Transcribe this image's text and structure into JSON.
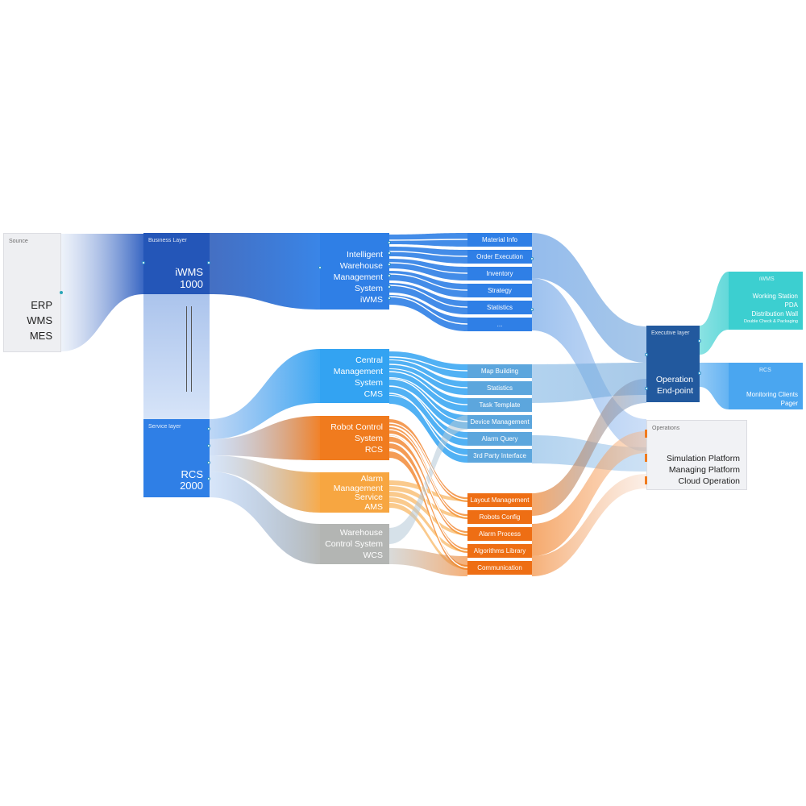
{
  "source": {
    "caption": "Sounce",
    "lines": [
      "ERP",
      "WMS",
      "MES"
    ]
  },
  "business_layer": {
    "caption": "Business Layer",
    "lines": [
      "iWMS",
      "1000"
    ]
  },
  "service_layer": {
    "caption": "Service layer",
    "lines": [
      "RCS",
      "2000"
    ]
  },
  "iwms_system": {
    "lines": [
      "Intelligent",
      "Warehouse",
      "Management",
      "System",
      "iWMS"
    ]
  },
  "cms_system": {
    "lines": [
      "Central",
      "Management",
      "System",
      "CMS"
    ]
  },
  "rcs_system": {
    "lines": [
      "Robot Control",
      "System",
      "RCS"
    ]
  },
  "ams_system": {
    "lines": [
      "Alarm",
      "Management",
      "Service",
      "AMS"
    ]
  },
  "wcs_system": {
    "lines": [
      "Warehouse",
      "Control System",
      "WCS"
    ]
  },
  "iwms_modules": [
    "Material Info",
    "Order Execution",
    "Inventory",
    "Strategy",
    "Statistics",
    "..."
  ],
  "cms_modules": [
    "Map Building",
    "Statistics",
    "Task Template",
    "Device Management",
    "Alarm Query",
    "3rd Party Interface"
  ],
  "rcs_modules": [
    "Layout Management",
    "Robots Config",
    "Alarm Process",
    "Algorithms Library",
    "Communication"
  ],
  "executive": {
    "caption": "Executive  layer",
    "lines": [
      "Operation",
      "End-point"
    ]
  },
  "operations": {
    "caption": "Operations",
    "lines": [
      "Simulation Platform",
      "Managing Platform",
      "Cloud Operation"
    ]
  },
  "iwms_endpoint": {
    "caption": "iWMS",
    "lines": [
      "Working Station",
      "PDA",
      "Distribution Wall"
    ],
    "small": "Double Check & Packaging"
  },
  "rcs_endpoint": {
    "caption": "RCS",
    "lines": [
      "Monitoring Clients",
      "Pager"
    ]
  },
  "colors": {
    "navy": "#2456b8",
    "blue": "#2f7fe6",
    "sky": "#33a3f2",
    "orange": "#f07b1e",
    "amber": "#f7a641",
    "gray": "#b3b5b3",
    "teal": "#3ccfd0",
    "source_bg": "#eeeff2",
    "ops_bg": "#f1f2f5"
  }
}
